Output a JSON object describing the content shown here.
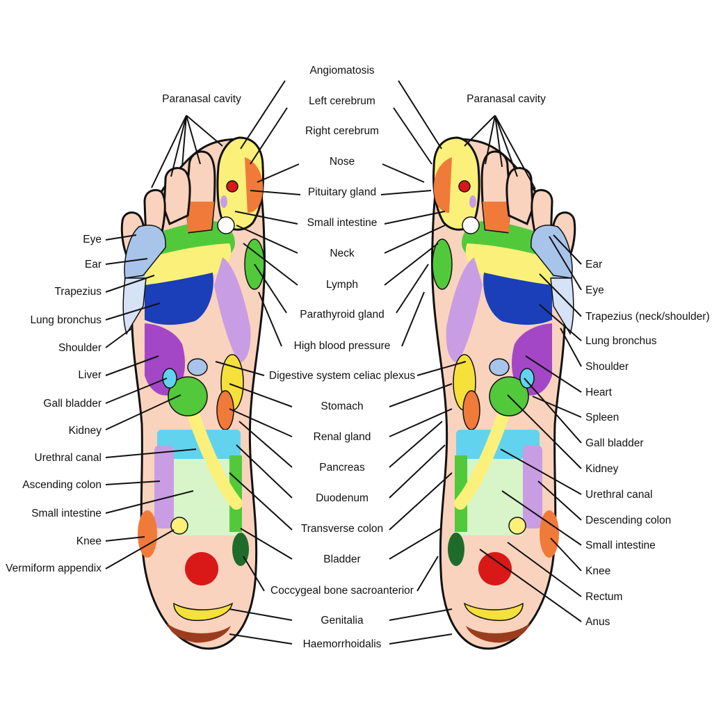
{
  "colors": {
    "skin": "#f9d3bd",
    "outline": "#111111",
    "yellow": "#fbf17a",
    "bright_yellow": "#f6e03a",
    "orange": "#f07a3a",
    "red": "#d91818",
    "green": "#52c93a",
    "dark_green": "#1f8f32",
    "navy": "#1a3fb8",
    "purple": "#a347c7",
    "lavender": "#c99de3",
    "light_blue": "#a9c4ea",
    "cyan": "#62d3ef",
    "pale_green": "#d7f5c8",
    "brown": "#9a3d1e",
    "white": "#ffffff"
  },
  "center_labels": [
    "Angiomatosis",
    "Left cerebrum",
    "Right cerebrum",
    "Nose",
    "Pituitary gland",
    "Small intestine",
    "Neck",
    "Lymph",
    "Parathyroid gland",
    "High blood pressure",
    "Digestive system celiac plexus",
    "Stomach",
    "Renal gland",
    "Pancreas",
    "Duodenum",
    "Transverse colon",
    "Bladder",
    "Coccygeal bone sacroanterior",
    "Genitalia",
    "Haemorrhoidalis"
  ],
  "left_foot": {
    "top_label": "Paranasal cavity",
    "labels": [
      "Eye",
      "Ear",
      "Trapezius",
      "Lung bronchus",
      "Shoulder",
      "Liver",
      "Gall bladder",
      "Kidney",
      "Urethral canal",
      "Ascending colon",
      "Small intestine",
      "Knee",
      "Vermiform appendix"
    ]
  },
  "right_foot": {
    "top_label": "Paranasal cavity",
    "labels": [
      "Ear",
      "Eye",
      "Trapezius (neck/shoulder)",
      "Lung bronchus",
      "Shoulder",
      "Heart",
      "Spleen",
      "Gall bladder",
      "Kidney",
      "Urethral canal",
      "Descending colon",
      "Small intestine",
      "Knee",
      "Rectum",
      "Anus"
    ]
  }
}
